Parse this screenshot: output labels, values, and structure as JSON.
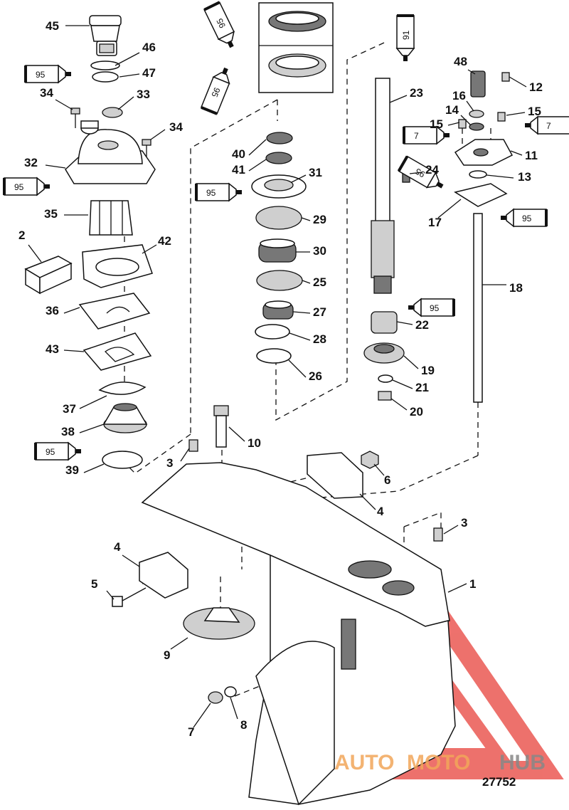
{
  "diagram": {
    "figure_number": "27752",
    "watermark": {
      "text_parts": [
        "AUTO",
        "MOTO",
        "HUB"
      ],
      "colors": {
        "auto": "#f2a65a",
        "moto": "#f2a65a",
        "hub": "#888888",
        "triangle": "#e8423c"
      }
    },
    "tube_labels": [
      "95",
      "95",
      "95",
      "95",
      "95",
      "95",
      "91",
      "7",
      "7",
      "95",
      "95",
      "95",
      "95"
    ],
    "callouts": [
      {
        "id": "c45",
        "num": "45"
      },
      {
        "id": "c46",
        "num": "46"
      },
      {
        "id": "c47",
        "num": "47"
      },
      {
        "id": "c34a",
        "num": "34"
      },
      {
        "id": "c33",
        "num": "33"
      },
      {
        "id": "c34b",
        "num": "34"
      },
      {
        "id": "c32",
        "num": "32"
      },
      {
        "id": "c35",
        "num": "35"
      },
      {
        "id": "c2",
        "num": "2"
      },
      {
        "id": "c42",
        "num": "42"
      },
      {
        "id": "c36",
        "num": "36"
      },
      {
        "id": "c43",
        "num": "43"
      },
      {
        "id": "c37",
        "num": "37"
      },
      {
        "id": "c38",
        "num": "38"
      },
      {
        "id": "c39",
        "num": "39"
      },
      {
        "id": "c40",
        "num": "40"
      },
      {
        "id": "c41",
        "num": "41"
      },
      {
        "id": "c31",
        "num": "31"
      },
      {
        "id": "c29",
        "num": "29"
      },
      {
        "id": "c30",
        "num": "30"
      },
      {
        "id": "c25",
        "num": "25"
      },
      {
        "id": "c27",
        "num": "27"
      },
      {
        "id": "c28",
        "num": "28"
      },
      {
        "id": "c26",
        "num": "26"
      },
      {
        "id": "c10",
        "num": "10"
      },
      {
        "id": "c3a",
        "num": "3"
      },
      {
        "id": "c23",
        "num": "23"
      },
      {
        "id": "c24",
        "num": "24"
      },
      {
        "id": "c22",
        "num": "22"
      },
      {
        "id": "c19",
        "num": "19"
      },
      {
        "id": "c21",
        "num": "21"
      },
      {
        "id": "c20",
        "num": "20"
      },
      {
        "id": "c48",
        "num": "48"
      },
      {
        "id": "c12",
        "num": "12"
      },
      {
        "id": "c16",
        "num": "16"
      },
      {
        "id": "c14",
        "num": "14"
      },
      {
        "id": "c15a",
        "num": "15"
      },
      {
        "id": "c15b",
        "num": "15"
      },
      {
        "id": "c11",
        "num": "11"
      },
      {
        "id": "c13",
        "num": "13"
      },
      {
        "id": "c17",
        "num": "17"
      },
      {
        "id": "c18",
        "num": "18"
      },
      {
        "id": "c6",
        "num": "6"
      },
      {
        "id": "c4a",
        "num": "4"
      },
      {
        "id": "c3b",
        "num": "3"
      },
      {
        "id": "c1",
        "num": "1"
      },
      {
        "id": "c4b",
        "num": "4"
      },
      {
        "id": "c5",
        "num": "5"
      },
      {
        "id": "c9",
        "num": "9"
      },
      {
        "id": "c7",
        "num": "7"
      },
      {
        "id": "c8",
        "num": "8"
      }
    ]
  }
}
